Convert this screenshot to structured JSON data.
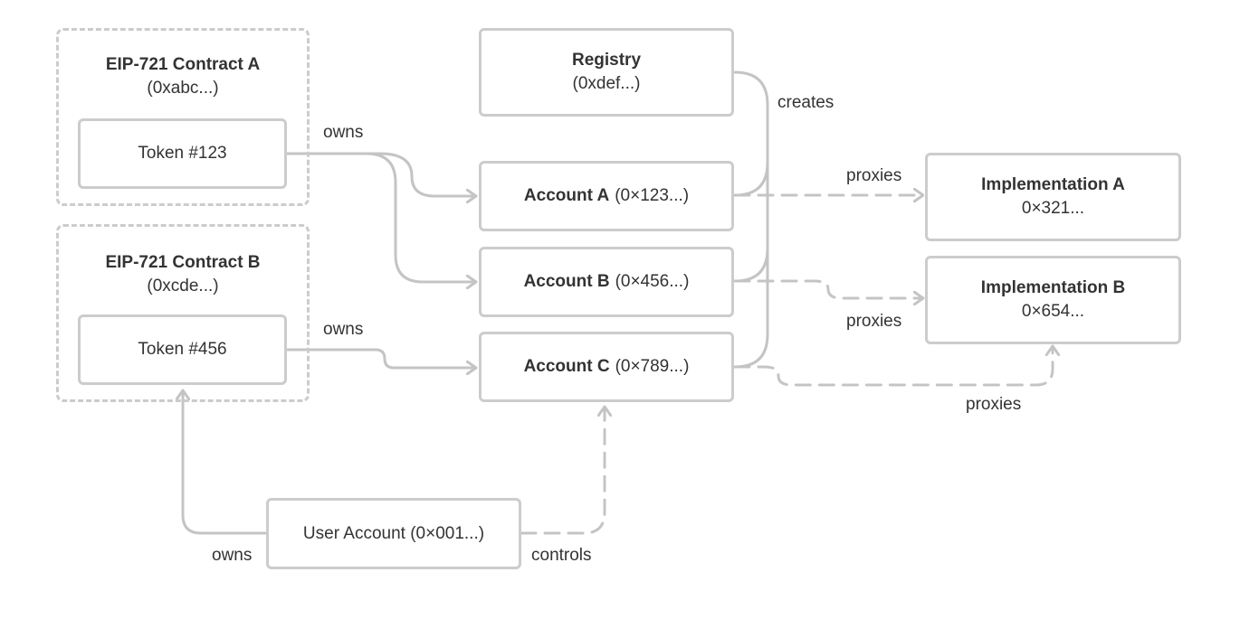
{
  "contract_a": {
    "title": "EIP-721 Contract A",
    "address": "(0xabc...)",
    "token": "Token #123"
  },
  "contract_b": {
    "title": "EIP-721 Contract B",
    "address": "(0xcde...)",
    "token": "Token #456"
  },
  "registry": {
    "title": "Registry",
    "address": "(0xdef...)"
  },
  "accounts": [
    {
      "name": "Account A",
      "address": "(0×123...)"
    },
    {
      "name": "Account B",
      "address": "(0×456...)"
    },
    {
      "name": "Account C",
      "address": "(0×789...)"
    }
  ],
  "implementations": [
    {
      "name": "Implementation A",
      "address": "0×321..."
    },
    {
      "name": "Implementation B",
      "address": "0×654..."
    }
  ],
  "user_account": "User Account (0×001...)",
  "edge_labels": {
    "owns_a": "owns",
    "owns_b": "owns",
    "owns_user": "owns",
    "creates": "creates",
    "proxies_a": "proxies",
    "proxies_b": "proxies",
    "proxies_c": "proxies",
    "controls": "controls"
  },
  "colors": {
    "line": "#c4c4c4",
    "border": "#cccccc",
    "text": "#333333"
  }
}
